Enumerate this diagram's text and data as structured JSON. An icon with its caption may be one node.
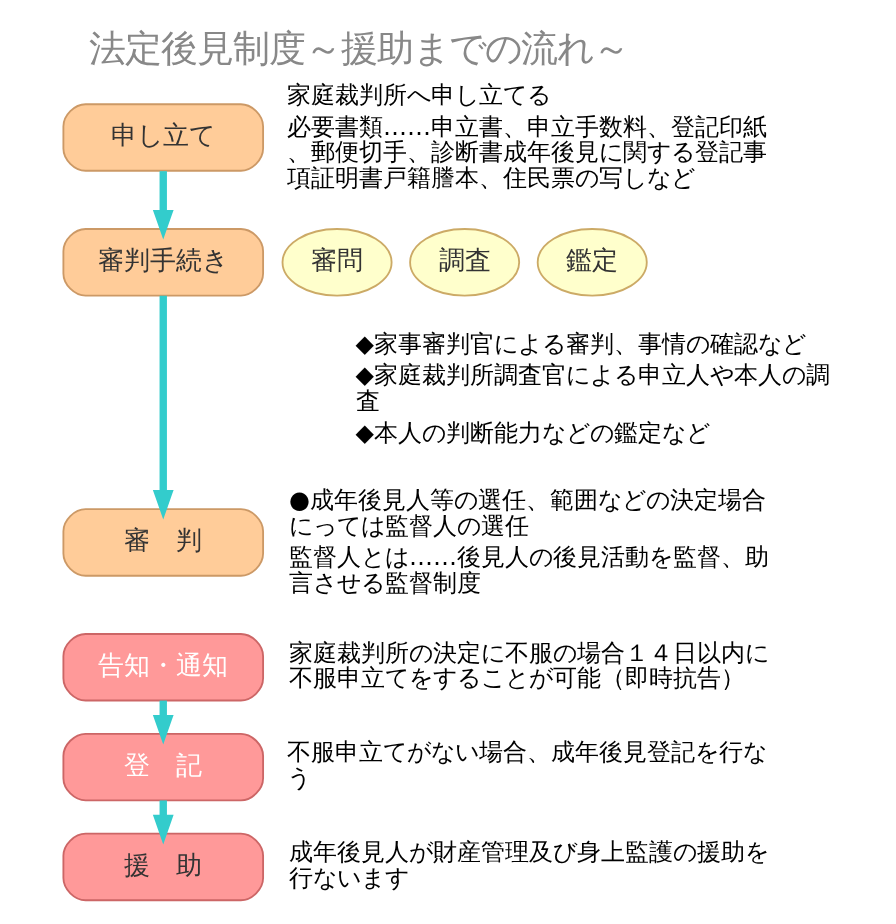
{
  "diagram": {
    "title": "法定後見制度～援助までの流れ～",
    "nodes": [
      {
        "text": [
          "申し立て"
        ],
        "beside": [
          "家庭裁判所へ申し立てる",
          "必要書類……申立書、申立手数料、登記印紙、郵便切手、診断書成年後見に関する登記事項証明書戸籍謄本、住民票の写しなど"
        ]
      },
      {
        "text": [
          "審判手続き"
        ],
        "beside": [
          "◆家事審判官による審判、事情の確認など",
          "◆家庭裁判所調査官による申立人や本人の調査",
          "◆本人の判断能力などの鑑定など"
        ]
      },
      {
        "text": [
          "審問"
        ]
      },
      {
        "text": [
          "調査"
        ]
      },
      {
        "text": [
          "鑑定"
        ]
      },
      {
        "text": [
          "審　判"
        ],
        "beside": [
          "●成年後見人等の選任、範囲などの決定場合にっては監督人の選任",
          "監督人とは……後見人の後見活動を監督、助言させる監督制度"
        ]
      },
      {
        "text": [
          "告知・通知"
        ],
        "beside": [
          "家庭裁判所の決定に不服の場合１４日以内に不服申立てをすることが可能（即時抗告）"
        ]
      },
      {
        "text": [
          "登　記"
        ],
        "beside": [
          "不服申立てがない場合、成年後見登記を行なう"
        ]
      },
      {
        "text": [
          "援　助"
        ],
        "beside": [
          "成年後見人が財産管理及び身上監護の援助を行ないます"
        ]
      }
    ],
    "edges": [
      {
        "from": 0,
        "to": 1,
        "arrow": "to"
      },
      {
        "from": 1,
        "to": 5,
        "arrow": "to"
      },
      {
        "from": 6,
        "to": 7,
        "arrow": "to"
      },
      {
        "from": 7,
        "to": 8,
        "arrow": "to"
      }
    ]
  }
}
